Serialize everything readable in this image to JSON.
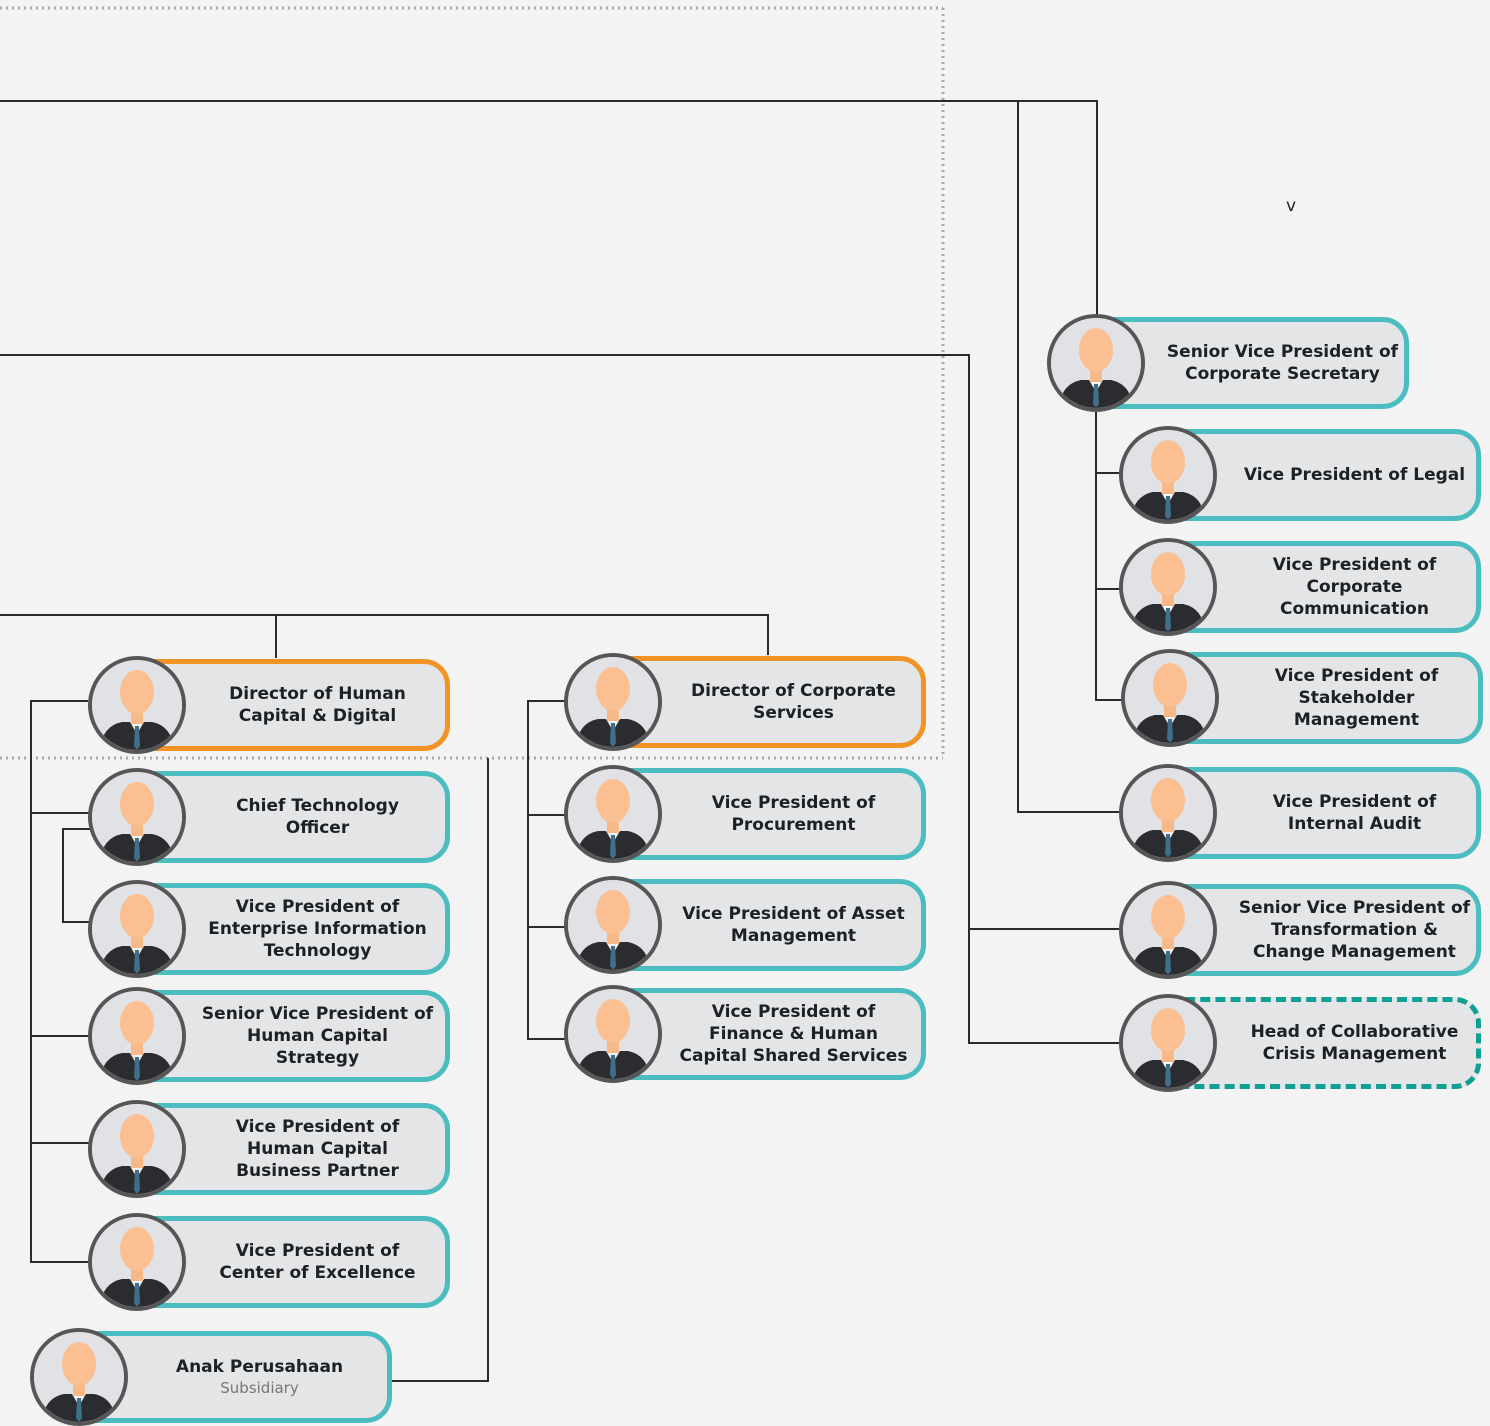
{
  "colors": {
    "background": "#f3f3f3",
    "box_fill": "#e3e5e7",
    "teal_border": "#4bbcc0",
    "director_border": "#f29425",
    "dashed_border": "#0fa093",
    "connector": "#2b2b2b",
    "dotted_frame": "#a9a9a9"
  },
  "stray_mark": "v",
  "avatar_icon": "person-suit-icon",
  "nodes": {
    "svp_corporate_secretary": "Senior Vice President of\nCorporate Secretary",
    "vp_legal": "Vice President of Legal",
    "vp_corporate_communication": "Vice President of\nCorporate\nCommunication",
    "vp_stakeholder_management": "Vice President of\nStakeholder\nManagement",
    "vp_internal_audit": "Vice President of\nInternal Audit",
    "svp_transformation": "Senior Vice President of\nTransformation &\nChange Management",
    "head_crisis_management": "Head of Collaborative\nCrisis Management",
    "director_human_capital": "Director of Human\nCapital & Digital",
    "director_corporate_services": "Director of Corporate\nServices",
    "cto": "Chief Technology\nOfficer",
    "vp_enterprise_it": "Vice President of\nEnterprise Information\nTechnology",
    "svp_hc_strategy": "Senior Vice President of\nHuman Capital\nStrategy",
    "vp_hc_business_partner": "Vice President of\nHuman Capital\nBusiness Partner",
    "vp_center_excellence": "Vice President of\nCenter of Excellence",
    "vp_procurement": "Vice President of\nProcurement",
    "vp_asset_management": "Vice President of Asset\nManagement",
    "vp_finance_hc_shared": "Vice President of\nFinance & Human\nCapital Shared Services",
    "subsidiary": "Anak Perusahaan",
    "subsidiary_sub": "Subsidiary"
  }
}
